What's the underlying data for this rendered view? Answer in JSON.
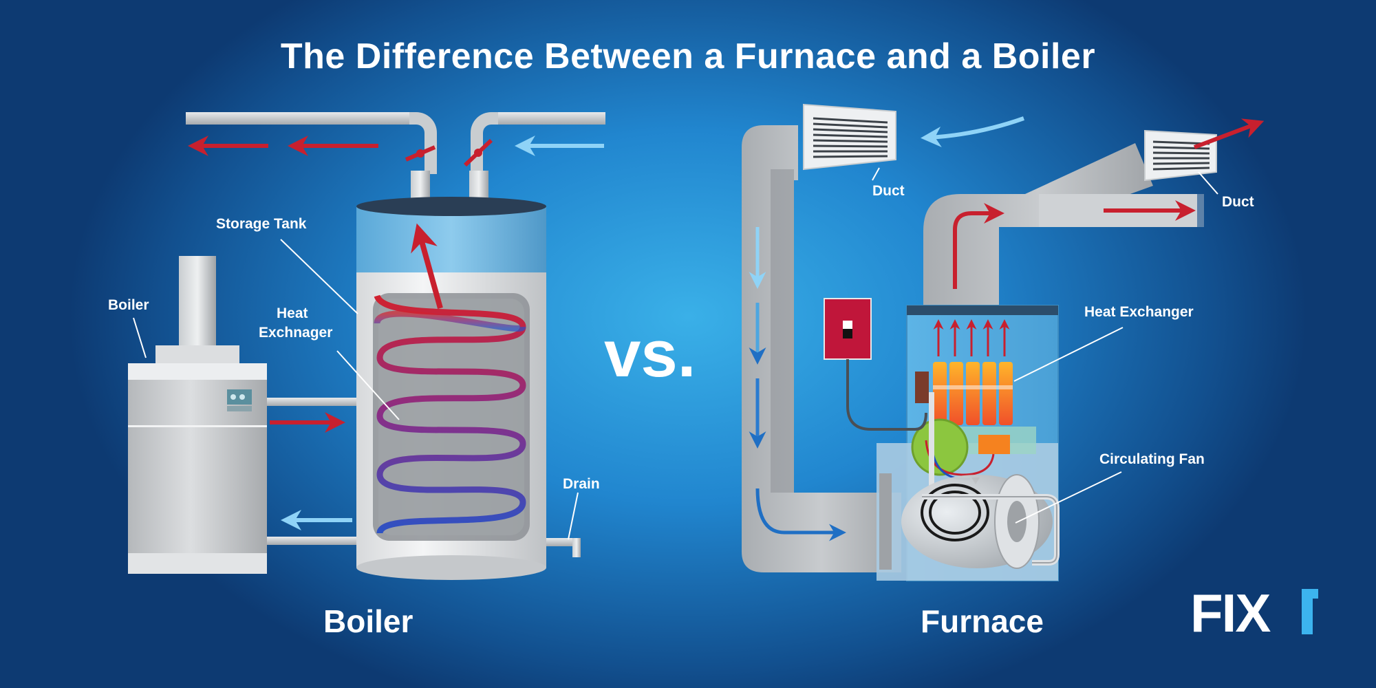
{
  "title": "The Difference Between a Furnace and a Boiler",
  "vs": "vs.",
  "boiler": {
    "caption": "Boiler",
    "labels": {
      "storage_tank": "Storage Tank",
      "boiler": "Boiler",
      "heat_exchanger_line1": "Heat",
      "heat_exchanger_line2": "Exchnager",
      "drain": "Drain"
    }
  },
  "furnace": {
    "caption": "Furnace",
    "labels": {
      "duct_left": "Duct",
      "duct_right": "Duct",
      "heat_exchanger": "Heat Exchanger",
      "circulating_fan": "Circulating Fan"
    }
  },
  "logo": "FIXr",
  "colors": {
    "hot": "#c8202e",
    "cold": "#8fd3f7",
    "background": "#2a8fd8",
    "logo_accent": "#3cb4ef"
  }
}
